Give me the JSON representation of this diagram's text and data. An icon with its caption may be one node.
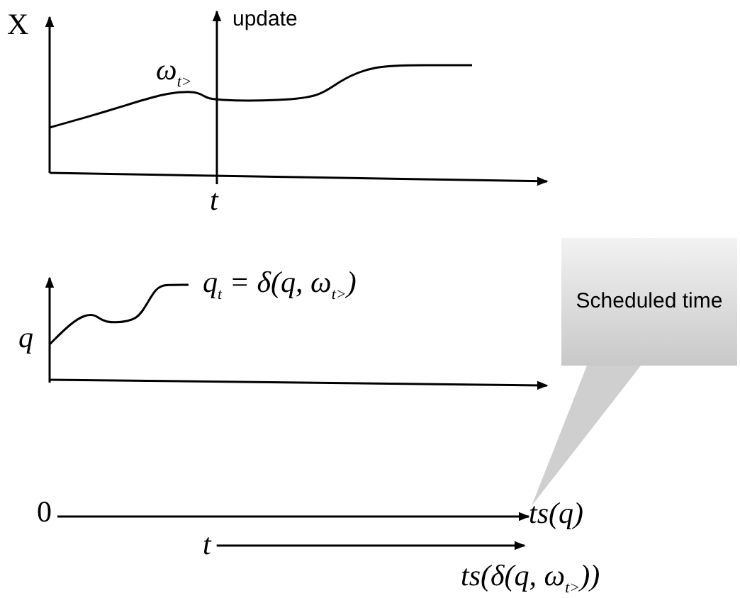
{
  "diagram": {
    "nodes": [
      {
        "text": [
          "0"
        ]
      },
      {
        "text": [
          "ts(q)"
        ]
      },
      {
        "text": [
          "t"
        ]
      },
      {
        "text": [
          "ts(δ(q, ω$_{t>}$))"
        ]
      },
      {
        "text": [
          "Scheduled time"
        ]
      }
    ],
    "edges": [
      {
        "from": 0,
        "to": 1,
        "arrow": "to"
      },
      {
        "from": 2,
        "to": 3,
        "arrow": "to"
      },
      {
        "from": 4,
        "to": 1,
        "arrow": "none"
      }
    ],
    "labels": [
      "X",
      "update",
      "ω$_{t>}$",
      "t",
      "q",
      "q$_{t}$ = δ(q, ω$_{t>}$)"
    ]
  }
}
